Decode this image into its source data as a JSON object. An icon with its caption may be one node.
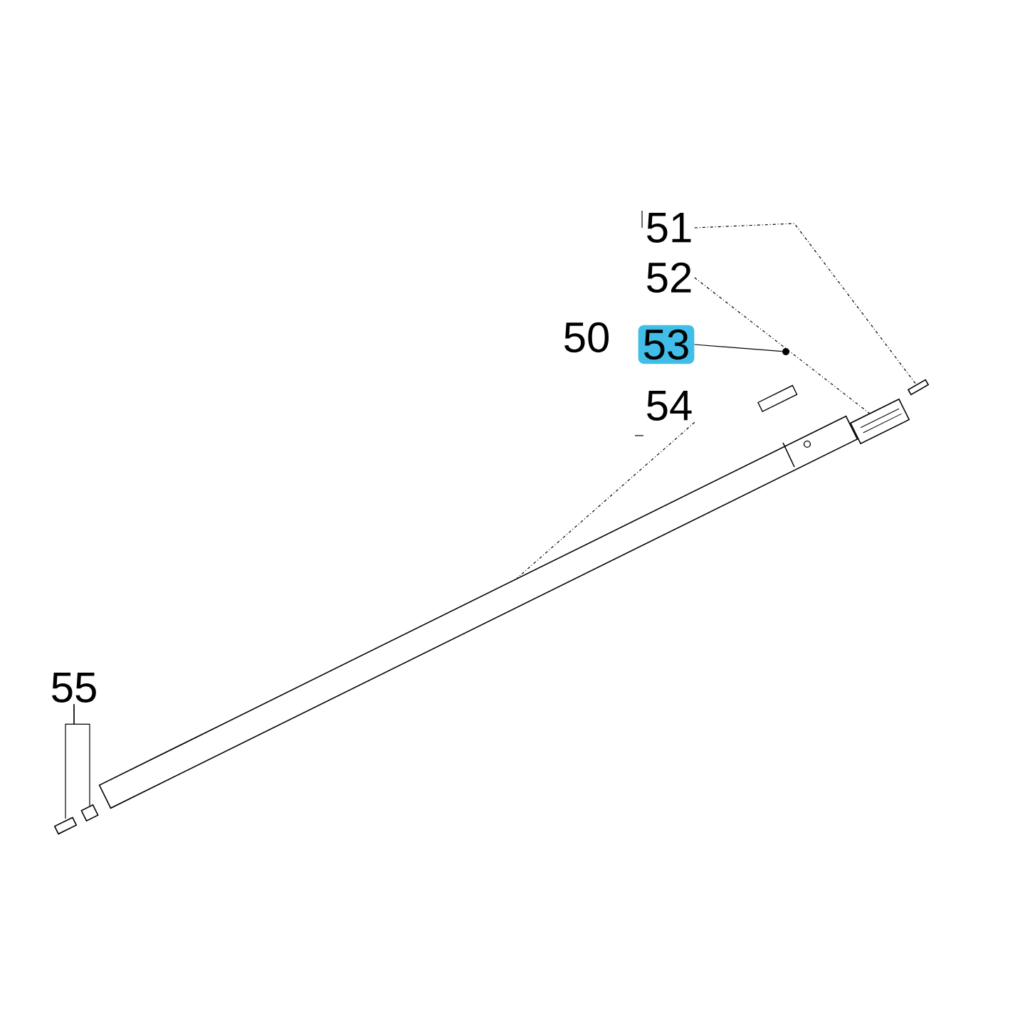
{
  "diagram": {
    "nodes": [
      {
        "text": [
          "51"
        ]
      },
      {
        "text": [
          "52"
        ]
      },
      {
        "text": [
          "53"
        ]
      },
      {
        "text": [
          "54"
        ]
      },
      {
        "text": [
          "55"
        ]
      },
      {
        "text": [],
        "shape": "picture"
      },
      {
        "text": [],
        "shape": "picture"
      },
      {
        "text": [],
        "shape": "circle"
      },
      {
        "text": [],
        "shape": "picture"
      },
      {
        "text": [],
        "shape": "picture"
      },
      {
        "text": [],
        "shape": "picture"
      }
    ],
    "edges": [
      {
        "from": 0,
        "to": 5,
        "arrow": "none",
        "style": "dashed"
      },
      {
        "from": 1,
        "to": 6,
        "arrow": "none",
        "style": "dashed"
      },
      {
        "from": 2,
        "to": 7,
        "arrow": "none"
      },
      {
        "from": 3,
        "to": 8,
        "arrow": "none",
        "style": "dashed"
      },
      {
        "from": 4,
        "to": 9,
        "arrow": "none"
      },
      {
        "from": 4,
        "to": 10,
        "arrow": "none"
      }
    ],
    "labels": [
      "50"
    ]
  }
}
